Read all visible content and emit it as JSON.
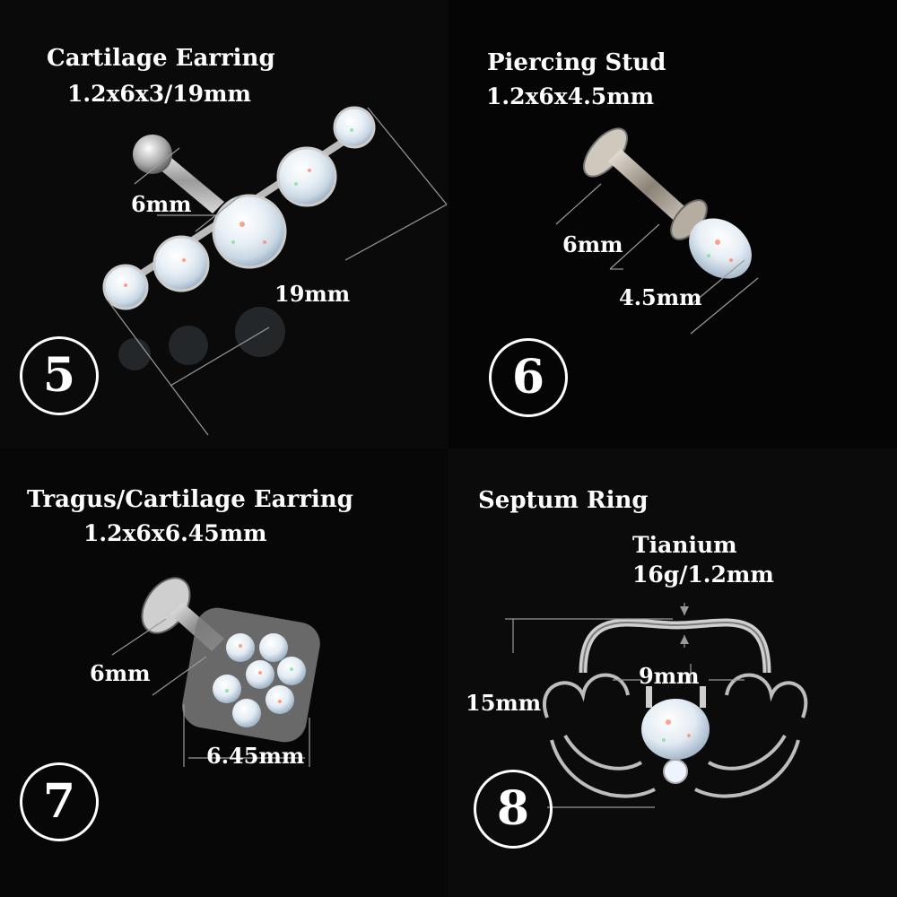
{
  "panels": [
    {
      "number": "5",
      "title": "Cartilage Earring",
      "spec": "1.2x6x3/19mm",
      "dims": [
        "6mm",
        "19mm"
      ]
    },
    {
      "number": "6",
      "title": "Piercing Stud",
      "spec": "1.2x6x4.5mm",
      "dims": [
        "6mm",
        "4.5mm"
      ]
    },
    {
      "number": "7",
      "title": "Tragus/Cartilage Earring",
      "spec": "1.2x6x6.45mm",
      "dims": [
        "6mm",
        "6.45mm"
      ]
    },
    {
      "number": "8",
      "title": "Septum Ring",
      "material": "Tianium",
      "gauge": "16g/1.2mm",
      "dims": [
        "15mm",
        "9mm"
      ]
    }
  ]
}
